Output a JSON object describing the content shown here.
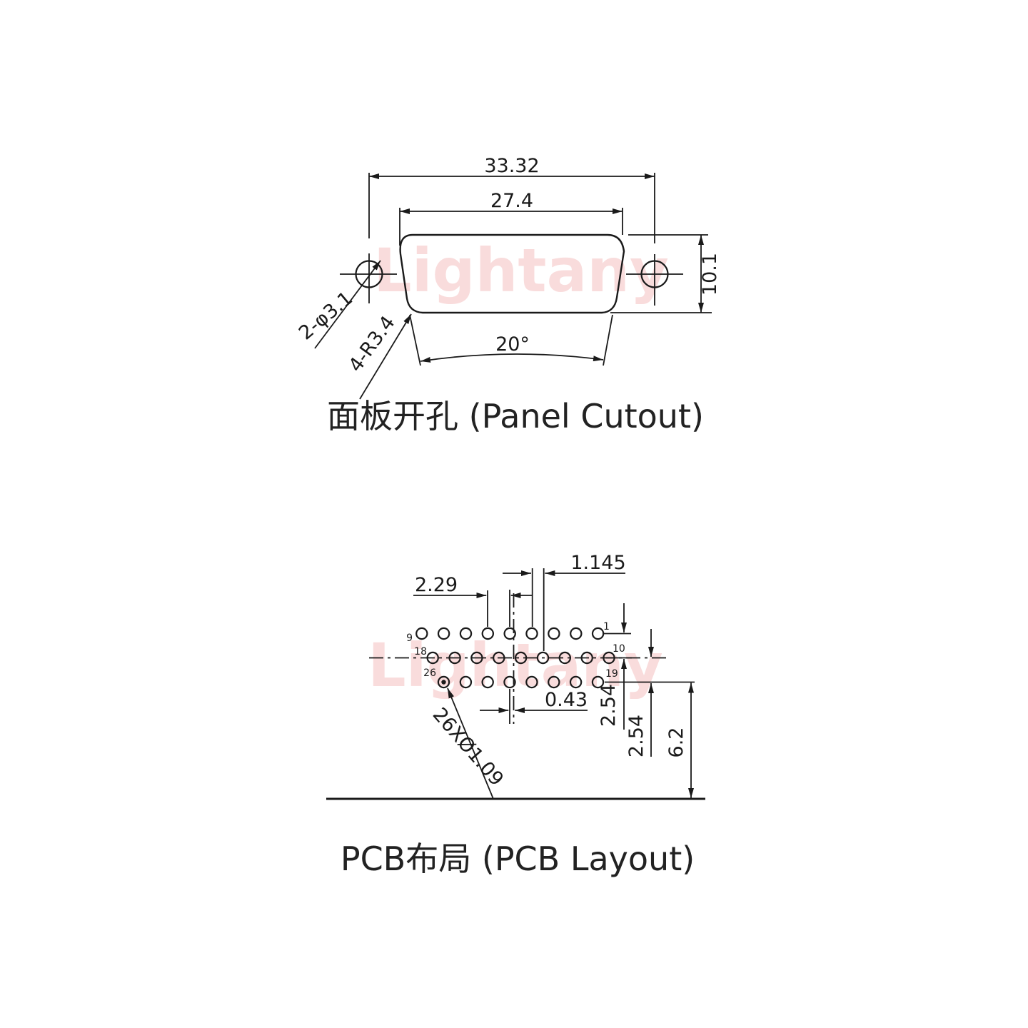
{
  "page": {
    "background": "#ffffff",
    "line_color": "#1a1a1a",
    "watermark_color": "#f9dcdc"
  },
  "watermark": {
    "text": "Lightany"
  },
  "panel_cutout": {
    "title": "面板开孔 (Panel Cutout)",
    "dims": {
      "overall_width": "33.32",
      "cutout_width": "27.4",
      "cutout_height": "10.1",
      "mount_holes": "2-φ3.1",
      "corner_radius": "4-R3.4",
      "side_angle": "20°"
    }
  },
  "pcb_layout": {
    "title": "PCB布局 (PCB Layout)",
    "dims": {
      "half_pitch": "1.145",
      "pitch": "2.29",
      "center_offset": "0.43",
      "row_spacing_top": "2.54",
      "row_spacing_bottom": "2.54",
      "edge_distance": "6.2",
      "hole_callout": "26XØ1.09"
    },
    "pin_labels": {
      "p1": "1",
      "p9": "9",
      "p10": "10",
      "p18": "18",
      "p19": "19",
      "p26": "26"
    },
    "holes": {
      "pitch": 30.85,
      "radius": 7.6,
      "rows": [
        {
          "count": 9,
          "x0": 590.8,
          "y": 887.5
        },
        {
          "count": 9,
          "x0": 606.2,
          "y": 921.5
        },
        {
          "count": 8,
          "x0": 621.5,
          "y": 955.5
        }
      ],
      "marked_hole": {
        "row": 2,
        "index": 0,
        "dot_radius": 3.2
      }
    }
  }
}
